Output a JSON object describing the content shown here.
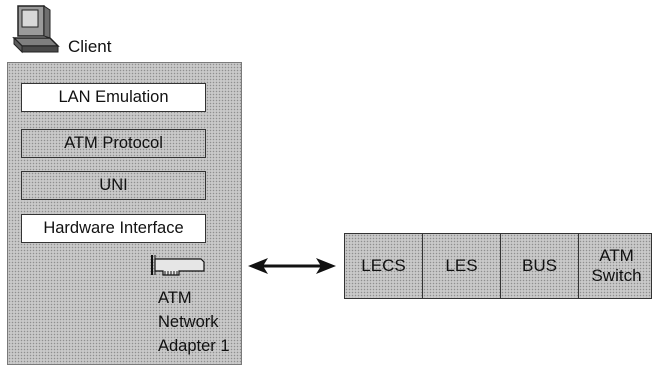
{
  "client": {
    "label": "Client",
    "layers": [
      "LAN Emulation",
      "ATM Protocol",
      "UNI",
      "Hardware Interface"
    ],
    "adapter_lines": [
      "ATM",
      "Network",
      "Adapter 1"
    ]
  },
  "server": {
    "cells": [
      "LECS",
      "LES",
      "BUS"
    ],
    "switch_lines": [
      "ATM",
      "Switch"
    ]
  },
  "icons": {
    "client": "computer-icon",
    "adapter": "network-adapter-icon",
    "connection": "double-arrow-icon"
  }
}
